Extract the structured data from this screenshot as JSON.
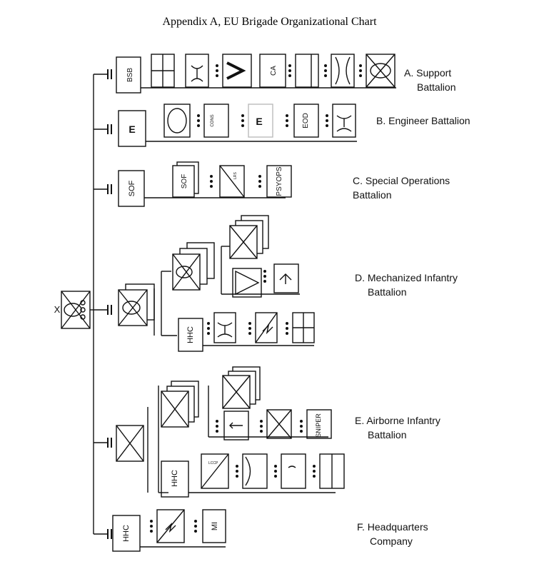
{
  "title": "Appendix A, EU Brigade Organizational Chart",
  "brigade": {
    "echelon_mark": "X"
  },
  "battalions": [
    {
      "id": "A",
      "label_line1": "A. Support",
      "label_line2": "Battalion",
      "hq_symbol": "BSB",
      "units": [
        "",
        "",
        "",
        "CA",
        "",
        "",
        ""
      ]
    },
    {
      "id": "B",
      "label_line1": "B. Engineer Battalion",
      "label_line2": "",
      "hq_symbol": "E",
      "units": [
        "",
        "CONS",
        "E",
        "EOD",
        ""
      ]
    },
    {
      "id": "C",
      "label_line1": "C. Special Operations",
      "label_line2": "Battalion",
      "hq_symbol": "SOF",
      "units": [
        "SOF",
        "LRS",
        "PSYOPS"
      ]
    },
    {
      "id": "D",
      "label_line1": "D. Mechanized Infantry",
      "label_line2": "Battalion",
      "hq_symbol": "",
      "hhc": "HHC"
    },
    {
      "id": "E",
      "label_line1": "E. Airborne Infantry",
      "label_line2": "Battalion",
      "hq_symbol": "",
      "hhc": "HHC",
      "units": [
        "SNIPER",
        "LCCP"
      ]
    },
    {
      "id": "F",
      "label_line1": "F. Headquarters",
      "label_line2": "Company",
      "hq_symbol": "HHC",
      "units": [
        "",
        "MI"
      ]
    }
  ]
}
